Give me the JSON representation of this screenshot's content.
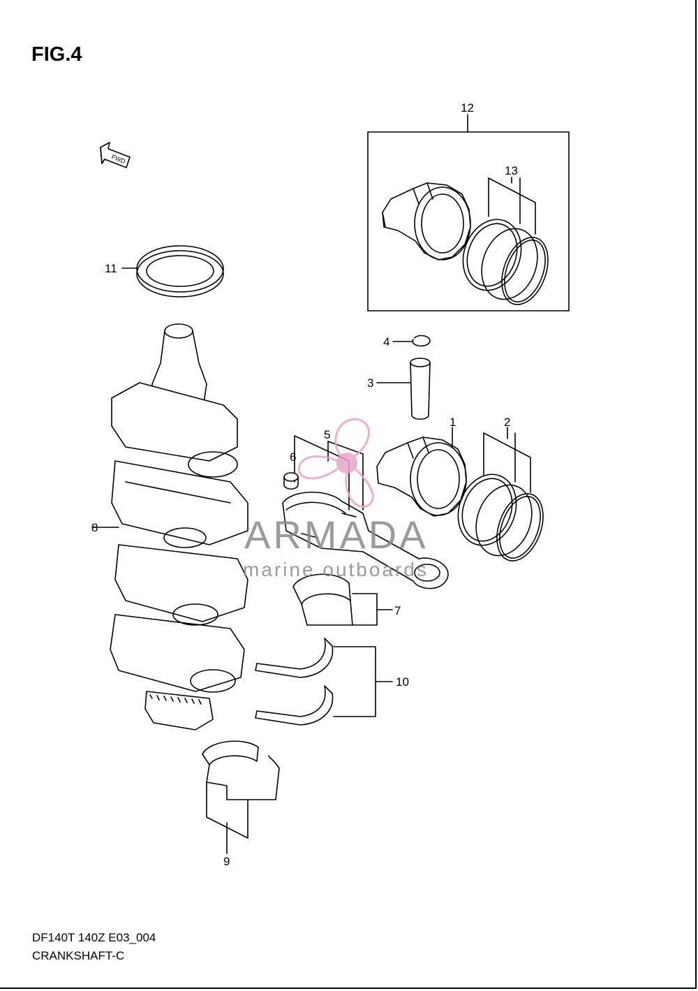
{
  "figure": {
    "title": "FIG.4",
    "model_code": "DF140T 140Z E03_004",
    "section_name": "CRANKSHAFT-C",
    "direction_marker": "FWD"
  },
  "callouts": {
    "c1": "1",
    "c2": "2",
    "c3": "3",
    "c4": "4",
    "c5": "5",
    "c6": "6",
    "c7": "7",
    "c8": "8",
    "c9": "9",
    "c10": "10",
    "c11": "11",
    "c12": "12",
    "c13": "13"
  },
  "watermark": {
    "brand": "ARMADA",
    "tagline": "marine outboards",
    "brand_color": "#e9a3c9",
    "text_color": "#8a8a8a"
  },
  "colors": {
    "line": "#000000",
    "background": "#ffffff"
  }
}
